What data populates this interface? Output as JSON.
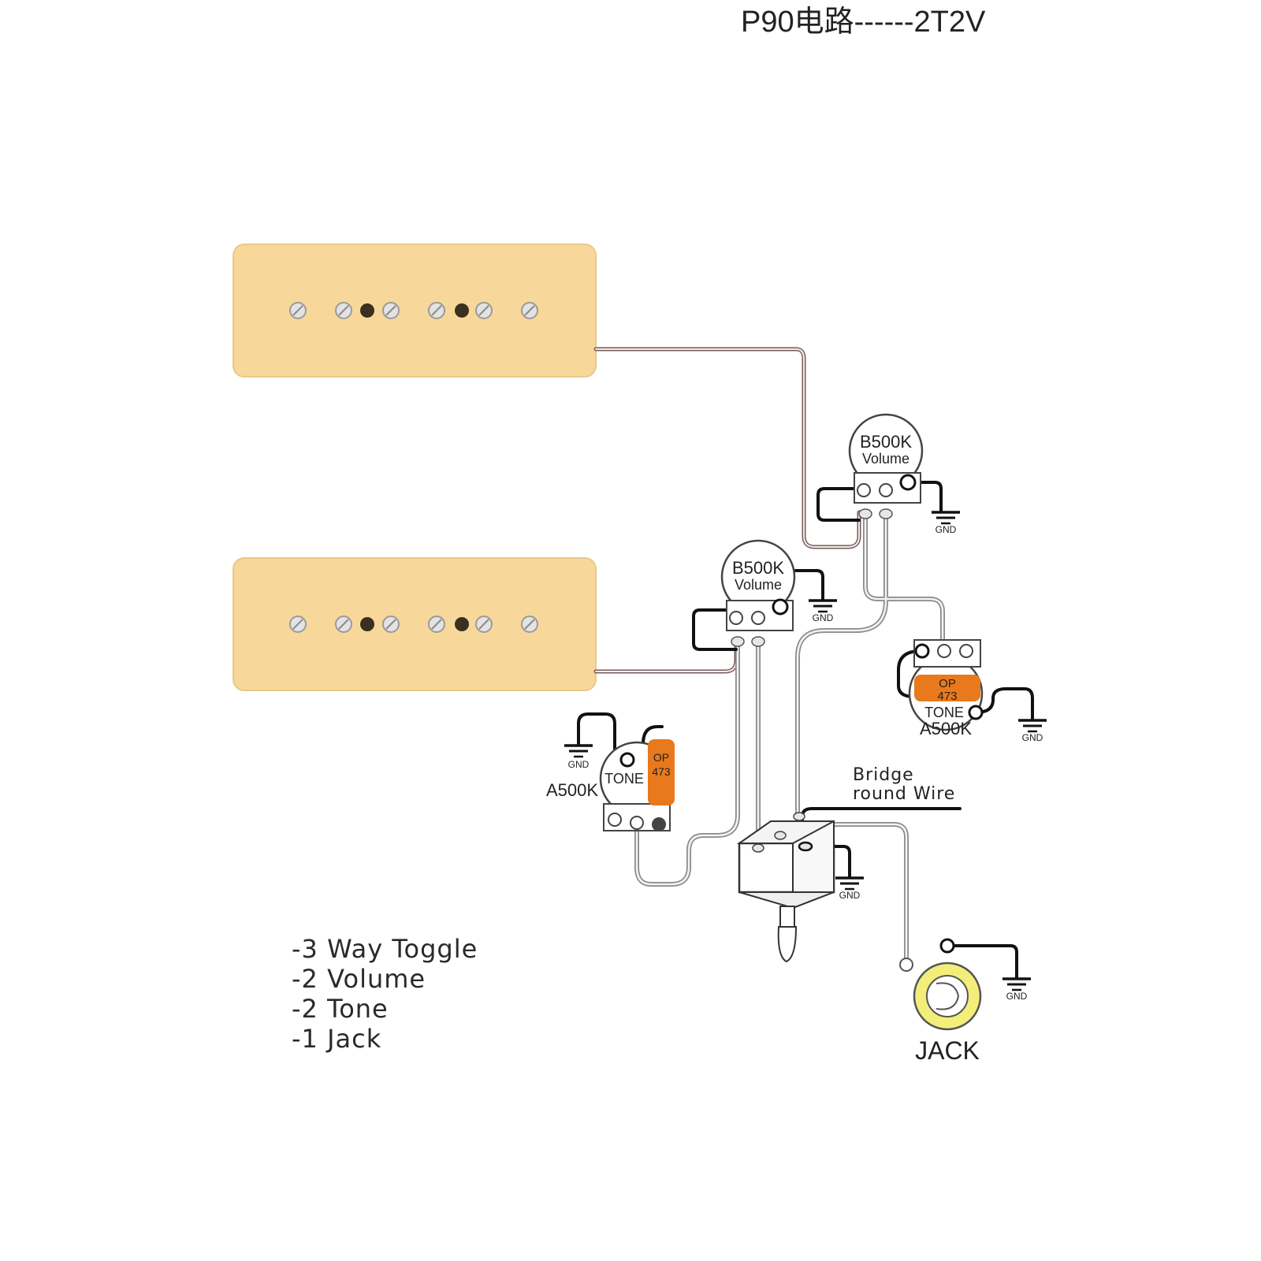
{
  "title": "P90电路------2T2V",
  "pots": {
    "volume_top": {
      "value": "B500K",
      "name": "Volume"
    },
    "volume_mid": {
      "value": "B500K",
      "name": "Volume"
    },
    "tone_right": {
      "value": "A500K",
      "name": "TONE",
      "cap_top": "OP",
      "cap_code": "473"
    },
    "tone_left": {
      "value": "A500K",
      "name": "TONE",
      "cap_top": "OP",
      "cap_code": "473"
    }
  },
  "gnd_label": "GND",
  "bridge_label": {
    "line1": "Bridge",
    "line2": "round Wire"
  },
  "jack_label": "JACK",
  "legend": [
    "-3 Way Toggle",
    "-2 Volume",
    "-2 Tone",
    "-1 Jack"
  ],
  "colors": {
    "pickup_cover": "#f7d89a",
    "capacitor": "#e8791c",
    "jack_ring": "#f3ee7a"
  }
}
